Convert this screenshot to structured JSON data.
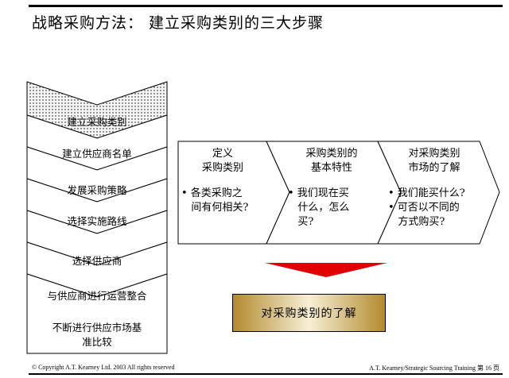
{
  "title": "战略采购方法： 建立采购类别的三大步骤",
  "stages": [
    "建立采购类别",
    "建立供应商名单",
    "发展采购策略",
    "选择实施路线",
    "选择供应商",
    "与供应商进行运营整合",
    "不断进行供应市场基\n准比较"
  ],
  "columns": [
    {
      "heading": "定义\n采购类别",
      "bullets": [
        "• 各类采购之\n   间有何相关?"
      ]
    },
    {
      "heading": "采购类别的\n基本特性",
      "bullets": [
        "• 我们现在买\n   什么，怎么\n   买?"
      ]
    },
    {
      "heading": "对采购类别\n市场的了解",
      "bullets": [
        "• 我们能买什么?",
        "• 可否以不同的\n   方式购买?"
      ]
    }
  ],
  "result": "对采购类别的了解",
  "footer": {
    "copyright": "©  Copyright A.T. Kearney Ltd.  2003 All rights reserved",
    "source": "A.T. Kearney/Strategic Sourcing Training  第 16 页"
  },
  "colors": {
    "arrow_red": "#e00000",
    "gold": "#b38b2e",
    "dot_fill": "#e8e8e8"
  }
}
